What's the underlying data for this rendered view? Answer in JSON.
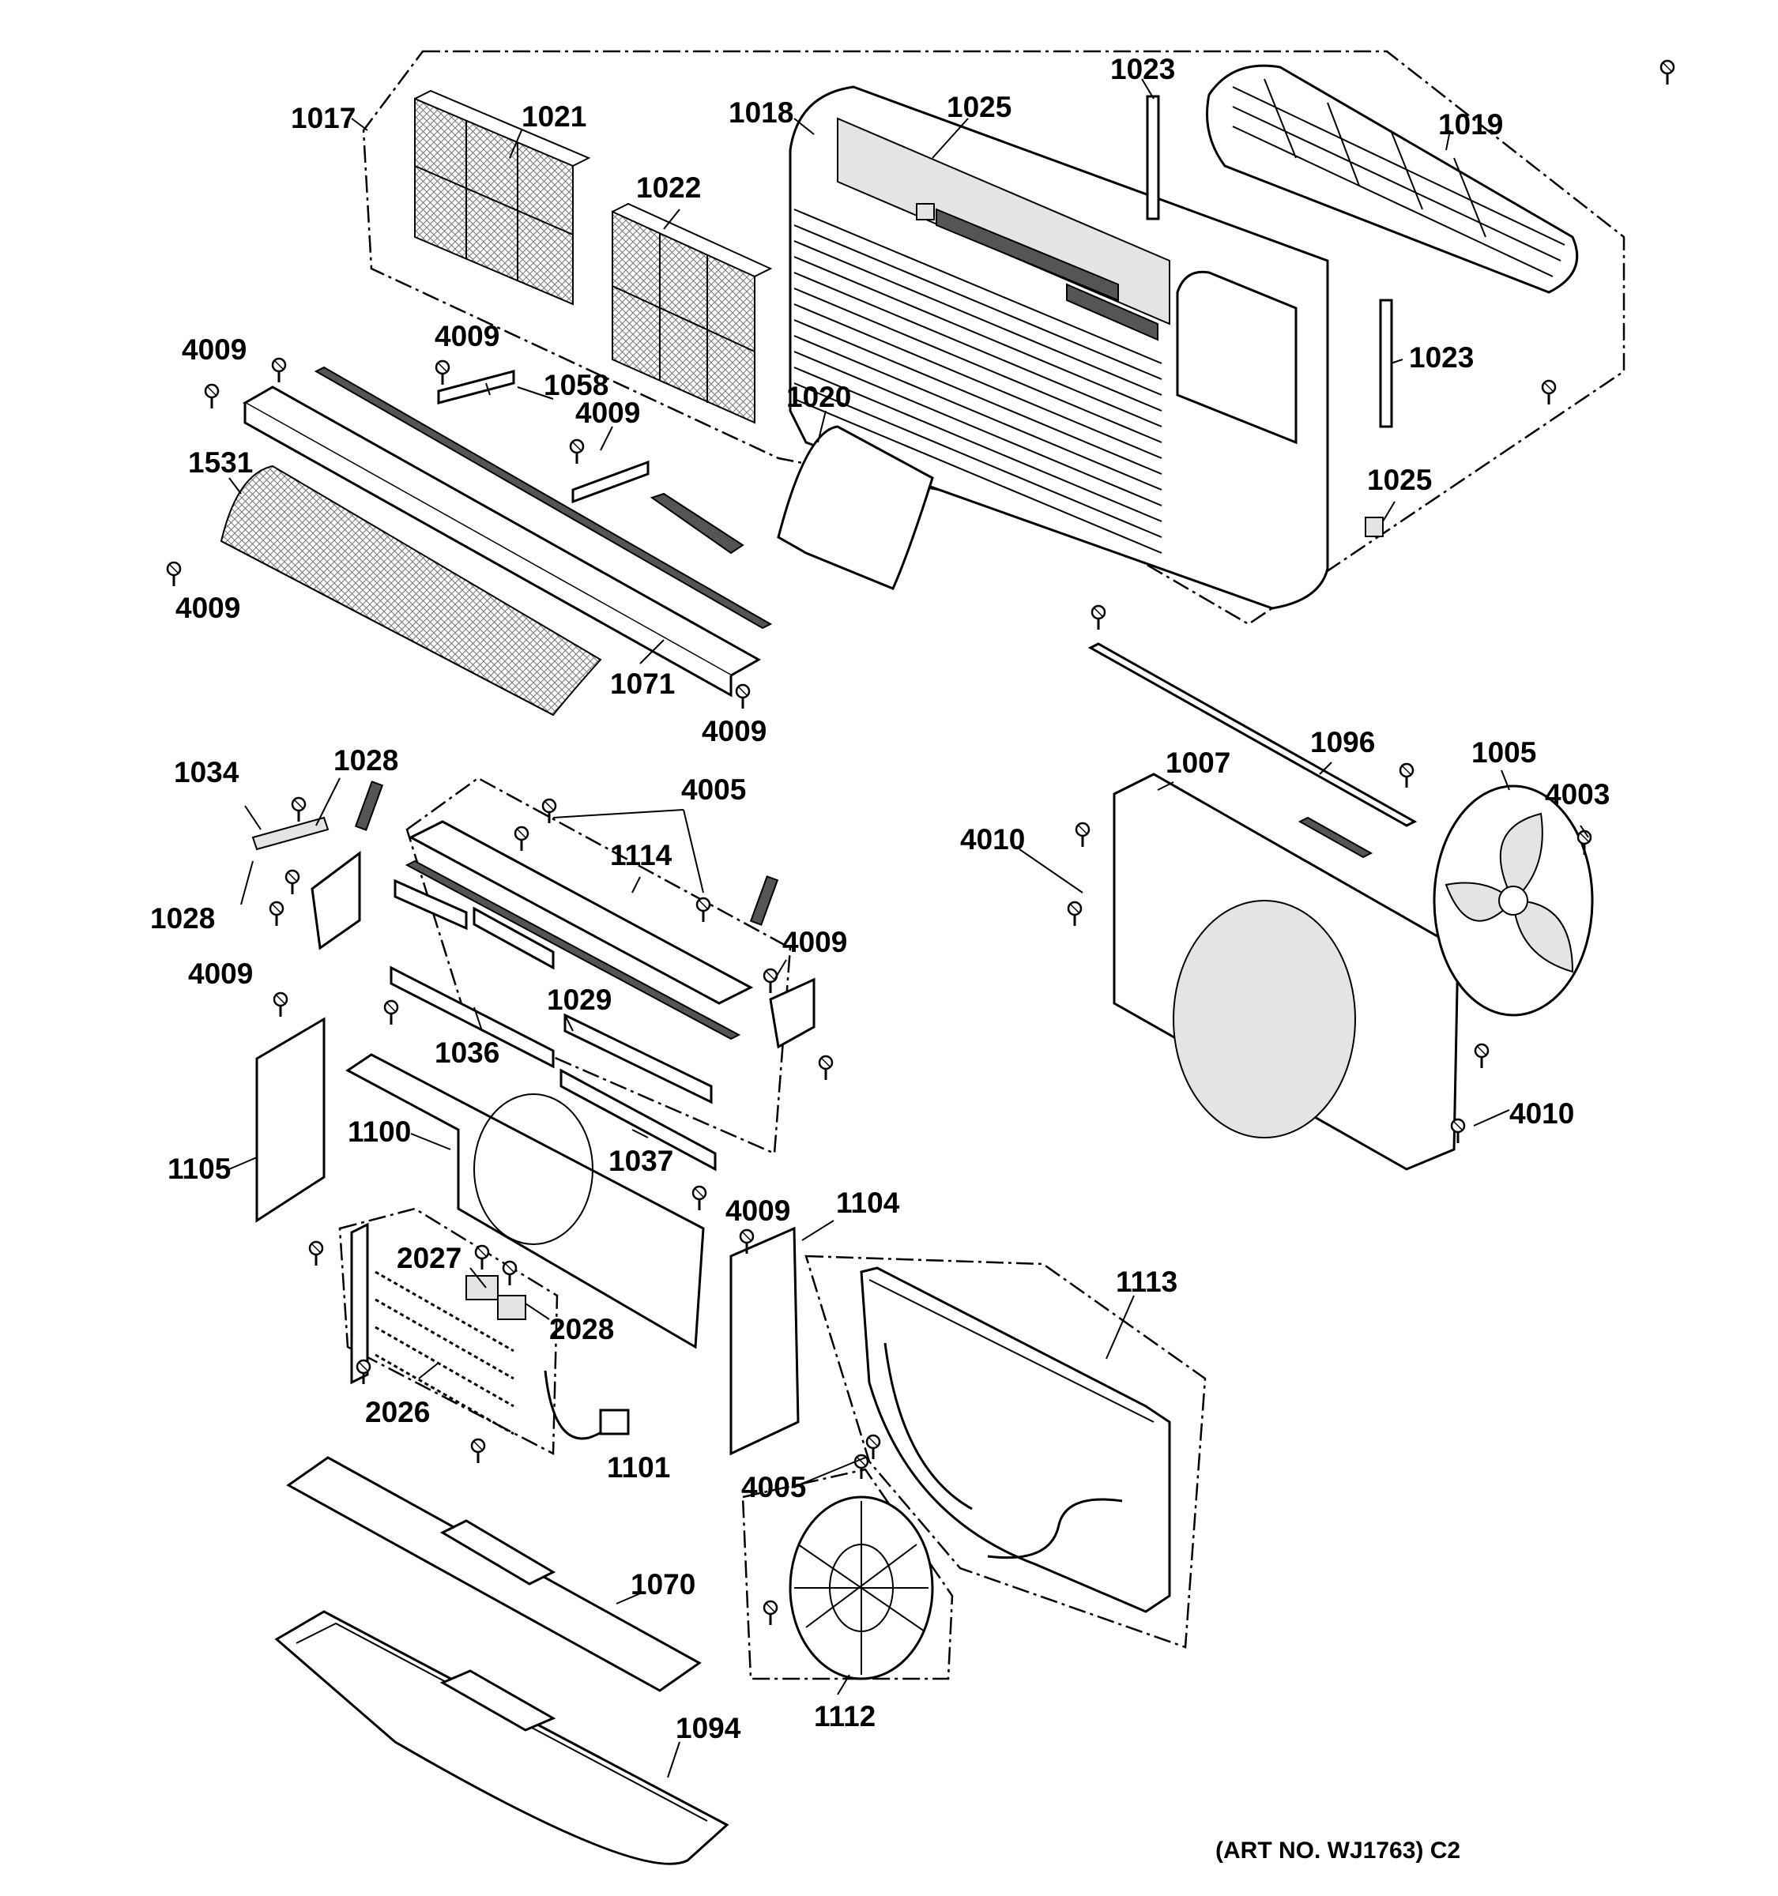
{
  "diagram": {
    "art_number": "(ART NO. WJ1763) C2",
    "callouts": [
      {
        "id": "lbl-1017",
        "text": "1017"
      },
      {
        "id": "lbl-1021",
        "text": "1021"
      },
      {
        "id": "lbl-1018",
        "text": "1018"
      },
      {
        "id": "lbl-1025-top",
        "text": "1025"
      },
      {
        "id": "lbl-1023-top",
        "text": "1023"
      },
      {
        "id": "lbl-1019",
        "text": "1019"
      },
      {
        "id": "lbl-1022",
        "text": "1022"
      },
      {
        "id": "lbl-4009-a",
        "text": "4009"
      },
      {
        "id": "lbl-4009-b",
        "text": "4009"
      },
      {
        "id": "lbl-1058",
        "text": "1058"
      },
      {
        "id": "lbl-4009-c",
        "text": "4009"
      },
      {
        "id": "lbl-1020",
        "text": "1020"
      },
      {
        "id": "lbl-1023-mid",
        "text": "1023"
      },
      {
        "id": "lbl-1531",
        "text": "1531"
      },
      {
        "id": "lbl-1025-mid",
        "text": "1025"
      },
      {
        "id": "lbl-4009-d",
        "text": "4009"
      },
      {
        "id": "lbl-1071",
        "text": "1071"
      },
      {
        "id": "lbl-4009-e",
        "text": "4009"
      },
      {
        "id": "lbl-1034",
        "text": "1034"
      },
      {
        "id": "lbl-1028-top",
        "text": "1028"
      },
      {
        "id": "lbl-4005-top",
        "text": "4005"
      },
      {
        "id": "lbl-1096",
        "text": "1096"
      },
      {
        "id": "lbl-1005",
        "text": "1005"
      },
      {
        "id": "lbl-1007",
        "text": "1007"
      },
      {
        "id": "lbl-4003",
        "text": "4003"
      },
      {
        "id": "lbl-4010-top",
        "text": "4010"
      },
      {
        "id": "lbl-1114",
        "text": "1114"
      },
      {
        "id": "lbl-1028-mid",
        "text": "1028"
      },
      {
        "id": "lbl-4009-f",
        "text": "4009"
      },
      {
        "id": "lbl-4009-g",
        "text": "4009"
      },
      {
        "id": "lbl-1029",
        "text": "1029"
      },
      {
        "id": "lbl-1036",
        "text": "1036"
      },
      {
        "id": "lbl-4010-bot",
        "text": "4010"
      },
      {
        "id": "lbl-1100",
        "text": "1100"
      },
      {
        "id": "lbl-1105",
        "text": "1105"
      },
      {
        "id": "lbl-1037",
        "text": "1037"
      },
      {
        "id": "lbl-4009-h",
        "text": "4009"
      },
      {
        "id": "lbl-1104",
        "text": "1104"
      },
      {
        "id": "lbl-2027",
        "text": "2027"
      },
      {
        "id": "lbl-1113",
        "text": "1113"
      },
      {
        "id": "lbl-2028",
        "text": "2028"
      },
      {
        "id": "lbl-2026",
        "text": "2026"
      },
      {
        "id": "lbl-1101",
        "text": "1101"
      },
      {
        "id": "lbl-4005-bot",
        "text": "4005"
      },
      {
        "id": "lbl-1070",
        "text": "1070"
      },
      {
        "id": "lbl-1112",
        "text": "1112"
      },
      {
        "id": "lbl-1094",
        "text": "1094"
      }
    ]
  }
}
